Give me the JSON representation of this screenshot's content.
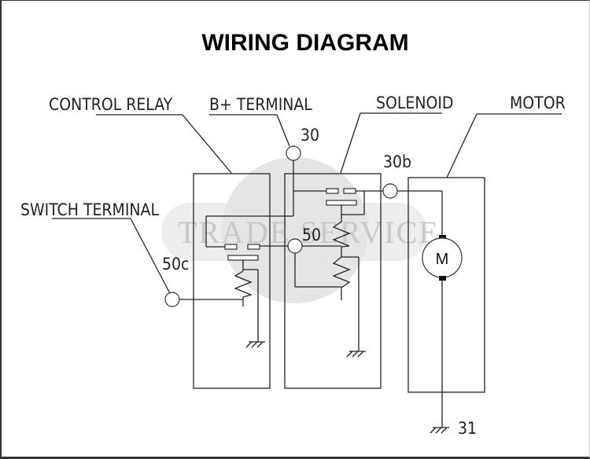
{
  "title": "WIRING DIAGRAM",
  "watermark": "TRADE SERVICE",
  "labels": {
    "control_relay": "CONTROL RELAY",
    "b_plus_terminal": "B+ TERMINAL",
    "solenoid": "SOLENOID",
    "motor": "MOTOR",
    "switch_terminal": "SWITCH TERMINAL"
  },
  "terminals": {
    "t30": "30",
    "t30b": "30b",
    "t50": "50",
    "t50c": "50c",
    "t31": "31"
  },
  "motor_symbol": "M",
  "colors": {
    "line": "#222222",
    "watermark": "#d9d9d9",
    "background": "#ffffff"
  }
}
